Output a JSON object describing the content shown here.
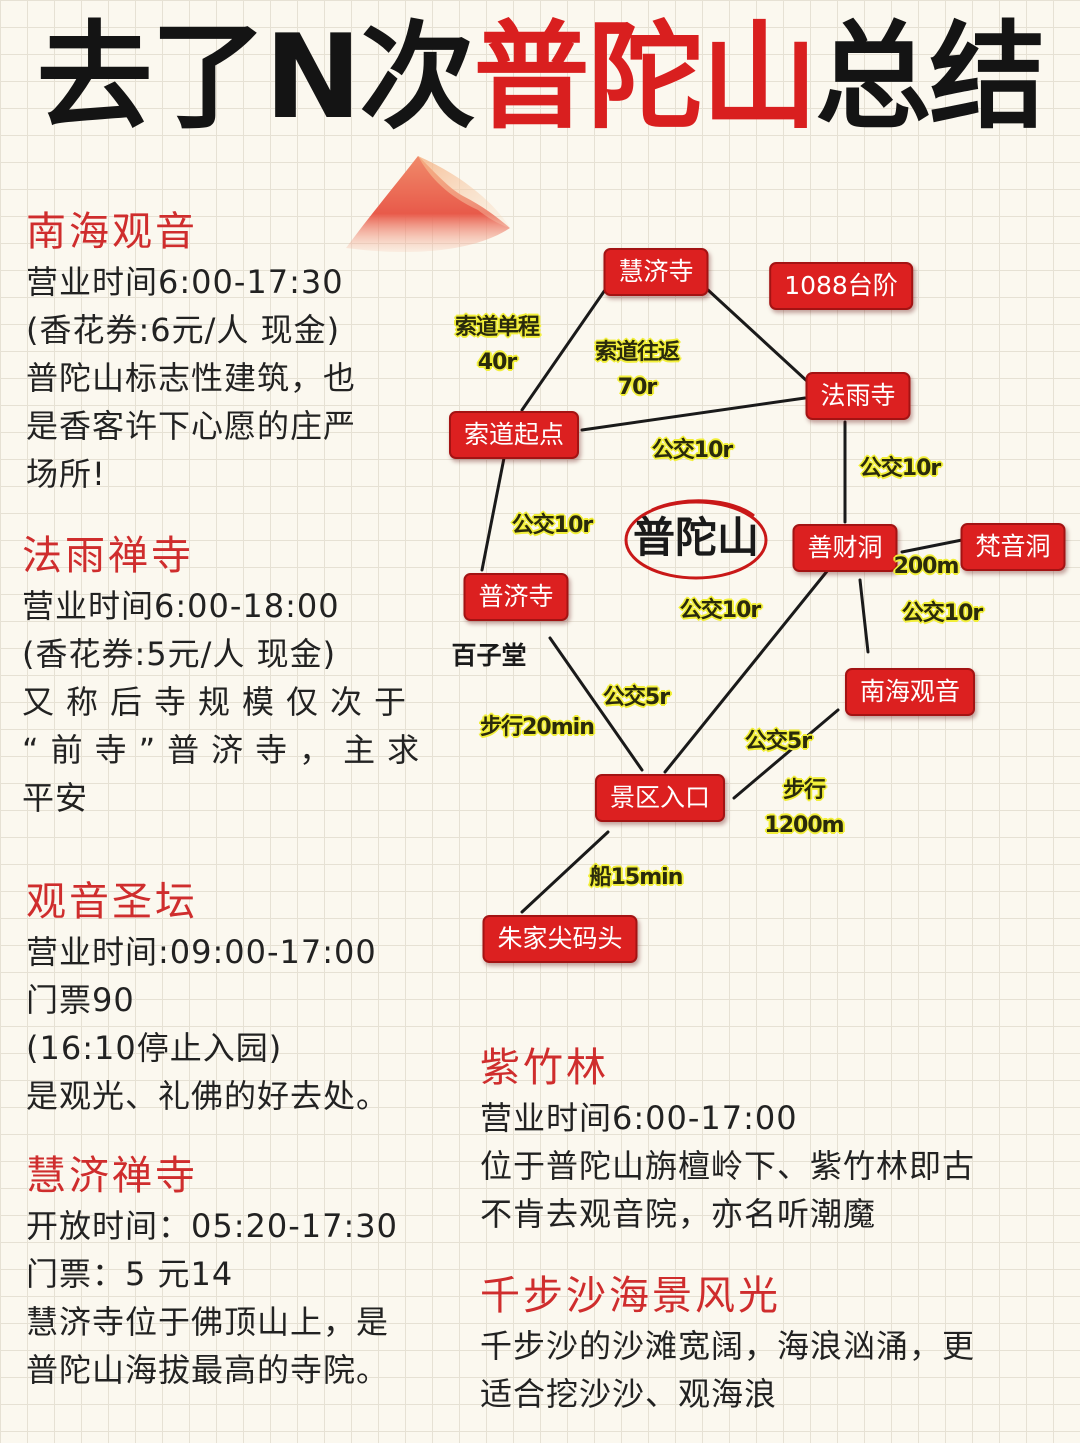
{
  "title": {
    "part1": "去了N次",
    "part2": "普陀山",
    "part3": "总结"
  },
  "sections": {
    "nanhai": {
      "heading": "南海观音",
      "lines": [
        "营业时间6:00-17:30",
        "(香花券:6元/人 现金)",
        "普陀山标志性建筑，也",
        "是香客许下心愿的庄严",
        "场所!"
      ]
    },
    "fayu": {
      "heading": "法雨禅寺",
      "lines": [
        "营业时间6:00-18:00",
        "(香花券:5元/人 现金)",
        "又称后寺规模仅次于",
        "“前寺”普济寺，主求",
        "平安"
      ]
    },
    "guanyin": {
      "heading": "观音圣坛",
      "lines": [
        "营业时间:09:00-17:00",
        "门票90",
        "(16:10停止入园)",
        "是观光、礼佛的好去处。"
      ]
    },
    "huiji": {
      "heading": "慧济禅寺",
      "lines": [
        "开放时间：05:20-17:30",
        "门票：5 元14",
        "慧济寺位于佛顶山上，是",
        "普陀山海拔最高的寺院。"
      ]
    },
    "zizhu": {
      "heading": "紫竹林",
      "lines": [
        "营业时间6:00-17:00",
        "位于普陀山旃檀岭下、紫竹林即古",
        "不肯去观音院，亦名听潮魔"
      ]
    },
    "qianbu": {
      "heading": "千步沙海景风光",
      "lines": [
        "千步沙的沙滩宽阔，海浪汹涌，更",
        "适合挖沙沙、观海浪"
      ]
    }
  },
  "map": {
    "center": "普陀山",
    "nodes": {
      "huiji": "慧济寺",
      "steps": "1088台阶",
      "fayu": "法雨寺",
      "suodao": "索道起点",
      "shancai": "善财洞",
      "fanyin": "梵音洞",
      "puji": "普济寺",
      "nanhai": "南海观音",
      "entrance": "景区入口",
      "pier": "朱家尖码头"
    },
    "plain_labels": {
      "baizitang": "百子堂"
    },
    "edge_labels": {
      "cable_single_1": "索道单程",
      "cable_single_2": "40r",
      "cable_round_1": "索道往返",
      "cable_round_2": "70r",
      "bus_suodao_fayu": "公交10r",
      "bus_fayu_shancai": "公交10r",
      "bus_suodao_puji": "公交10r",
      "walk_200": "200m",
      "bus_shancai_entrance": "公交10r",
      "bus_shancai_nanhai": "公交10r",
      "bus_puji_entrance": "公交5r",
      "walk_20": "步行20min",
      "bus_entrance_nanhai": "公交5r",
      "walk_1200_1": "步行",
      "walk_1200_2": "1200m",
      "boat": "船15min"
    }
  },
  "colors": {
    "accent_red": "#d91f1f",
    "heading_red": "#cf2d2d",
    "label_yellow": "#f2ef3a",
    "background": "#fbf8ef"
  },
  "icons": {
    "mountain": "mountain-icon"
  }
}
